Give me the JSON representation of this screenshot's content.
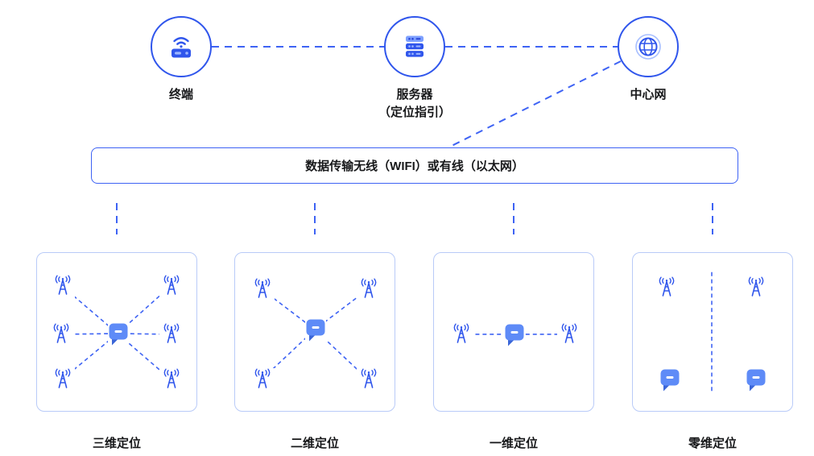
{
  "nodes": {
    "terminal": {
      "label": "终端",
      "icon": "router-icon"
    },
    "server": {
      "label": "服务器",
      "sublabel": "（定位指引）",
      "icon": "server-icon"
    },
    "core_network": {
      "label": "中心网",
      "icon": "globe-icon"
    }
  },
  "transmission": {
    "label": "数据传输无线（WIFI）或有线（以太网）"
  },
  "panels": [
    {
      "label": "三维定位",
      "anchor_count": 6,
      "tag_count": 1
    },
    {
      "label": "二维定位",
      "anchor_count": 4,
      "tag_count": 1
    },
    {
      "label": "一维定位",
      "anchor_count": 2,
      "tag_count": 1
    },
    {
      "label": "零维定位",
      "anchor_count": 2,
      "tag_count": 2
    }
  ],
  "icons": {
    "anchor": "antenna-icon",
    "locator": "tag-icon"
  },
  "colors": {
    "accent": "#3056EC",
    "dashed_line": "#3E63F4",
    "panel_border": "#B9CBF8",
    "tag_fill": "#5E8BF7",
    "tag_fold": "#3B66D8",
    "icon_light": "#9DB6FF",
    "text": "#17181a"
  }
}
